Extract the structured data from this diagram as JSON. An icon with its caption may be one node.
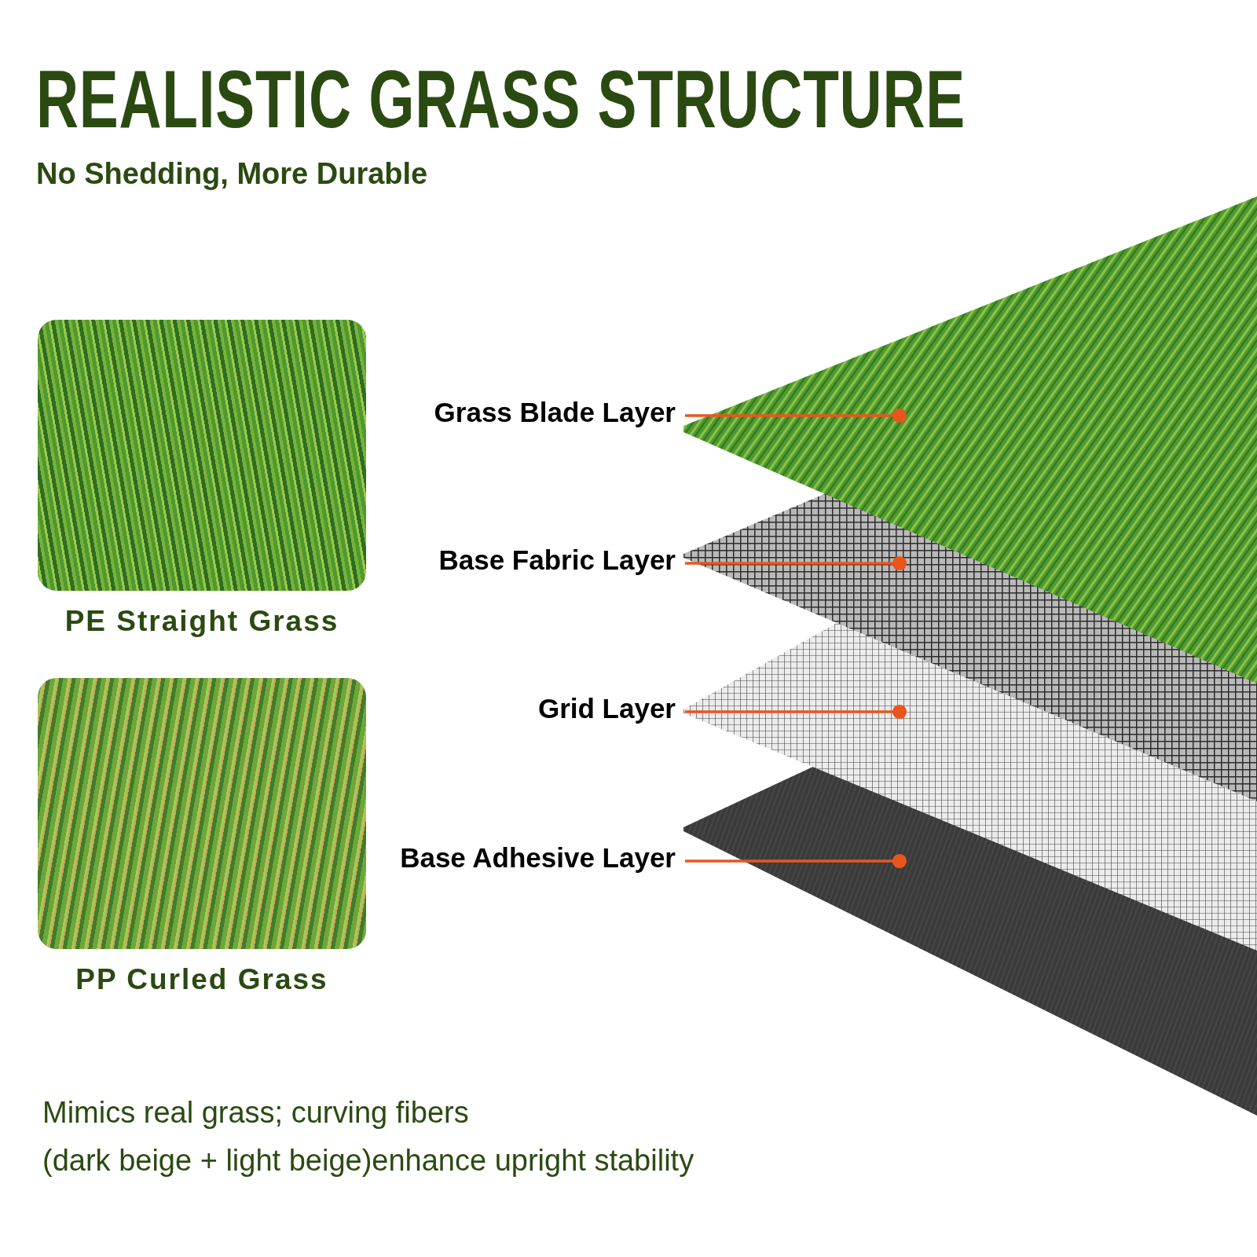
{
  "diagram": {
    "title": "REALISTIC GRASS STRUCTURE",
    "nodes": [
      {
        "text": [
          "Grass Blade Layer"
        ]
      },
      {
        "text": [
          "Base Fabric Layer"
        ]
      },
      {
        "text": [
          "Grid Layer"
        ]
      },
      {
        "text": [
          "Base Adhesive Layer"
        ]
      }
    ],
    "edges": [
      {
        "from": 0,
        "to": null,
        "arrow": "other",
        "color": "#e8561e"
      },
      {
        "from": 1,
        "to": null,
        "arrow": "other",
        "color": "#e8561e"
      },
      {
        "from": 2,
        "to": null,
        "arrow": "other",
        "color": "#e8561e"
      },
      {
        "from": 3,
        "to": null,
        "arrow": "other",
        "color": "#e8561e"
      }
    ],
    "labels": [
      "No Shedding, More Durable",
      "PE Straight Grass",
      "PP Curled Grass",
      "Mimics real grass; curving fibers",
      "(dark beige + light beige)enhance upright stability"
    ]
  }
}
